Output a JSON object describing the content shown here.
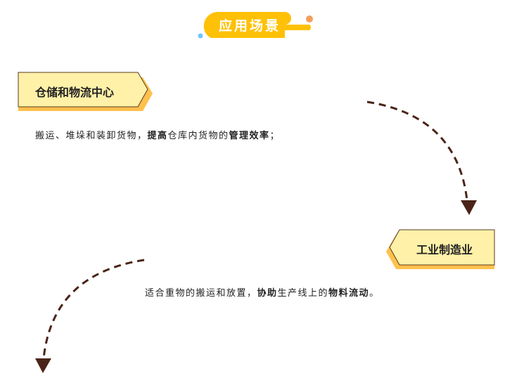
{
  "header": {
    "title": "应用场景"
  },
  "colors": {
    "accent": "#FFC107",
    "tag_fill": "#FFF1A8",
    "tag_shadow": "#FFC04D",
    "arrow": "#4A2418",
    "dot_orange": "#F5A05A",
    "dot_blue": "#6EC6F5"
  },
  "sections": [
    {
      "title": "仓储和物流中心",
      "desc": [
        {
          "t": "搬运、堆垛和装卸货物，",
          "b": false
        },
        {
          "t": "提高",
          "b": true
        },
        {
          "t": "仓库内货物的",
          "b": false
        },
        {
          "t": "管理效率",
          "b": true
        },
        {
          "t": "；",
          "b": false
        }
      ]
    },
    {
      "title": "工业制造业",
      "desc": [
        {
          "t": "适合重物的搬运和放置，",
          "b": false
        },
        {
          "t": "协助",
          "b": true
        },
        {
          "t": "生产线上的",
          "b": false
        },
        {
          "t": "物料流动",
          "b": true
        },
        {
          "t": "。",
          "b": false
        }
      ]
    }
  ]
}
